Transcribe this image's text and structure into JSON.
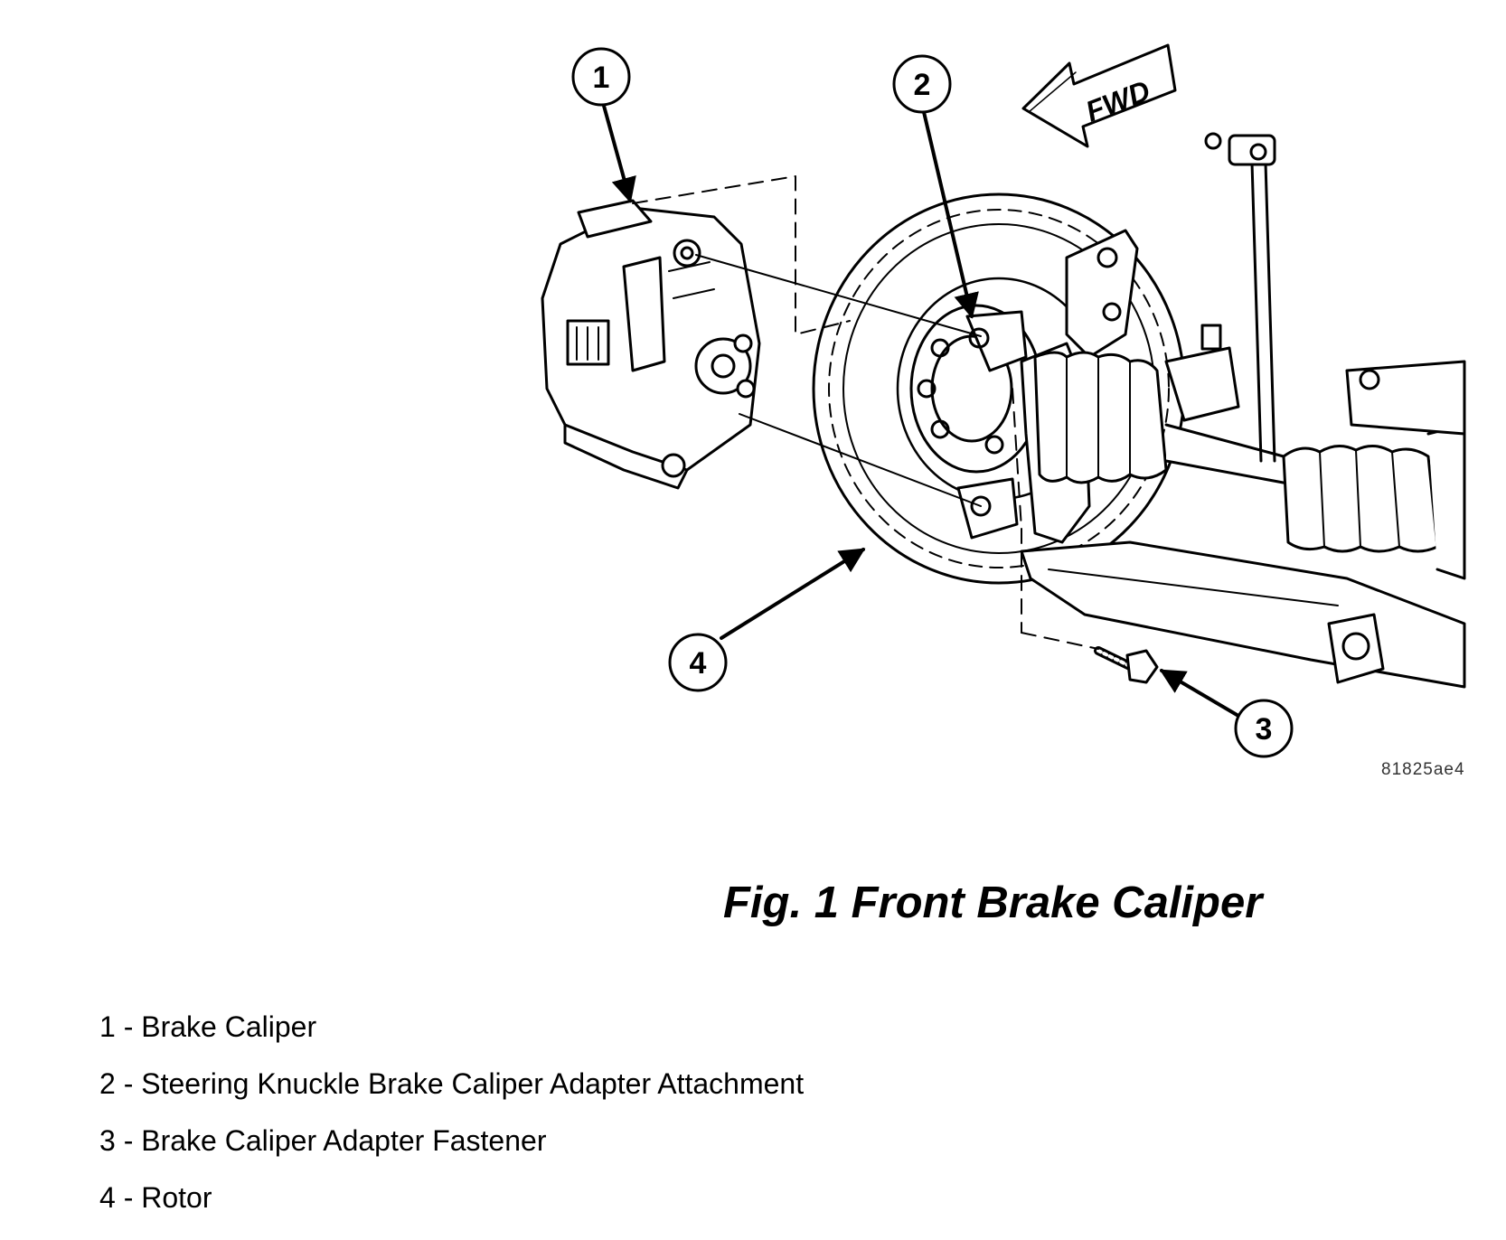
{
  "figure": {
    "caption": "Fig. 1 Front Brake Caliper",
    "image_code": "81825ae4",
    "direction_label": "FWD"
  },
  "callouts": [
    "1",
    "2",
    "3",
    "4"
  ],
  "legend": [
    {
      "number": "1",
      "separator": "-",
      "label": "Brake Caliper"
    },
    {
      "number": "2",
      "separator": "-",
      "label": "Steering Knuckle Brake Caliper Adapter Attachment"
    },
    {
      "number": "3",
      "separator": "-",
      "label": "Brake Caliper Adapter Fastener"
    },
    {
      "number": "4",
      "separator": "-",
      "label": "Rotor"
    }
  ]
}
